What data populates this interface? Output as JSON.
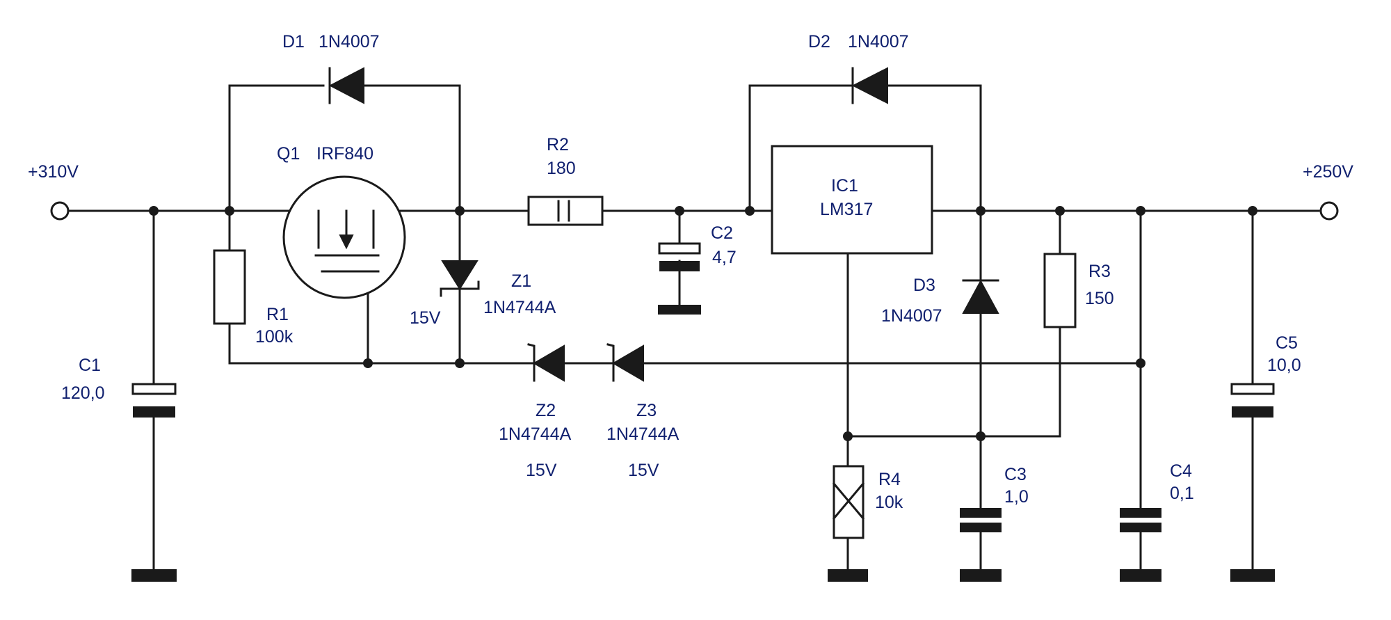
{
  "terminals": {
    "input": "+310V",
    "output": "+250V"
  },
  "components": {
    "D1": {
      "ref": "D1",
      "part": "1N4007"
    },
    "D2": {
      "ref": "D2",
      "part": "1N4007"
    },
    "D3": {
      "ref": "D3",
      "part": "1N4007"
    },
    "Q1": {
      "ref": "Q1",
      "part": "IRF840"
    },
    "R1": {
      "ref": "R1",
      "value": "100k"
    },
    "R2": {
      "ref": "R2",
      "value": "180"
    },
    "R3": {
      "ref": "R3",
      "value": "150"
    },
    "R4": {
      "ref": "R4",
      "value": "10k"
    },
    "C1": {
      "ref": "C1",
      "value": "120,0"
    },
    "C2": {
      "ref": "C2",
      "value": "4,7"
    },
    "C3": {
      "ref": "C3",
      "value": "1,0"
    },
    "C4": {
      "ref": "C4",
      "value": "0,1"
    },
    "C5": {
      "ref": "C5",
      "value": "10,0"
    },
    "IC1": {
      "ref": "IC1",
      "part": "LM317"
    },
    "Z1": {
      "ref": "Z1",
      "part": "1N4744A",
      "voltage": "15V"
    },
    "Z2": {
      "ref": "Z2",
      "part": "1N4744A",
      "voltage": "15V"
    },
    "Z3": {
      "ref": "Z3",
      "part": "1N4744A",
      "voltage": "15V"
    }
  }
}
